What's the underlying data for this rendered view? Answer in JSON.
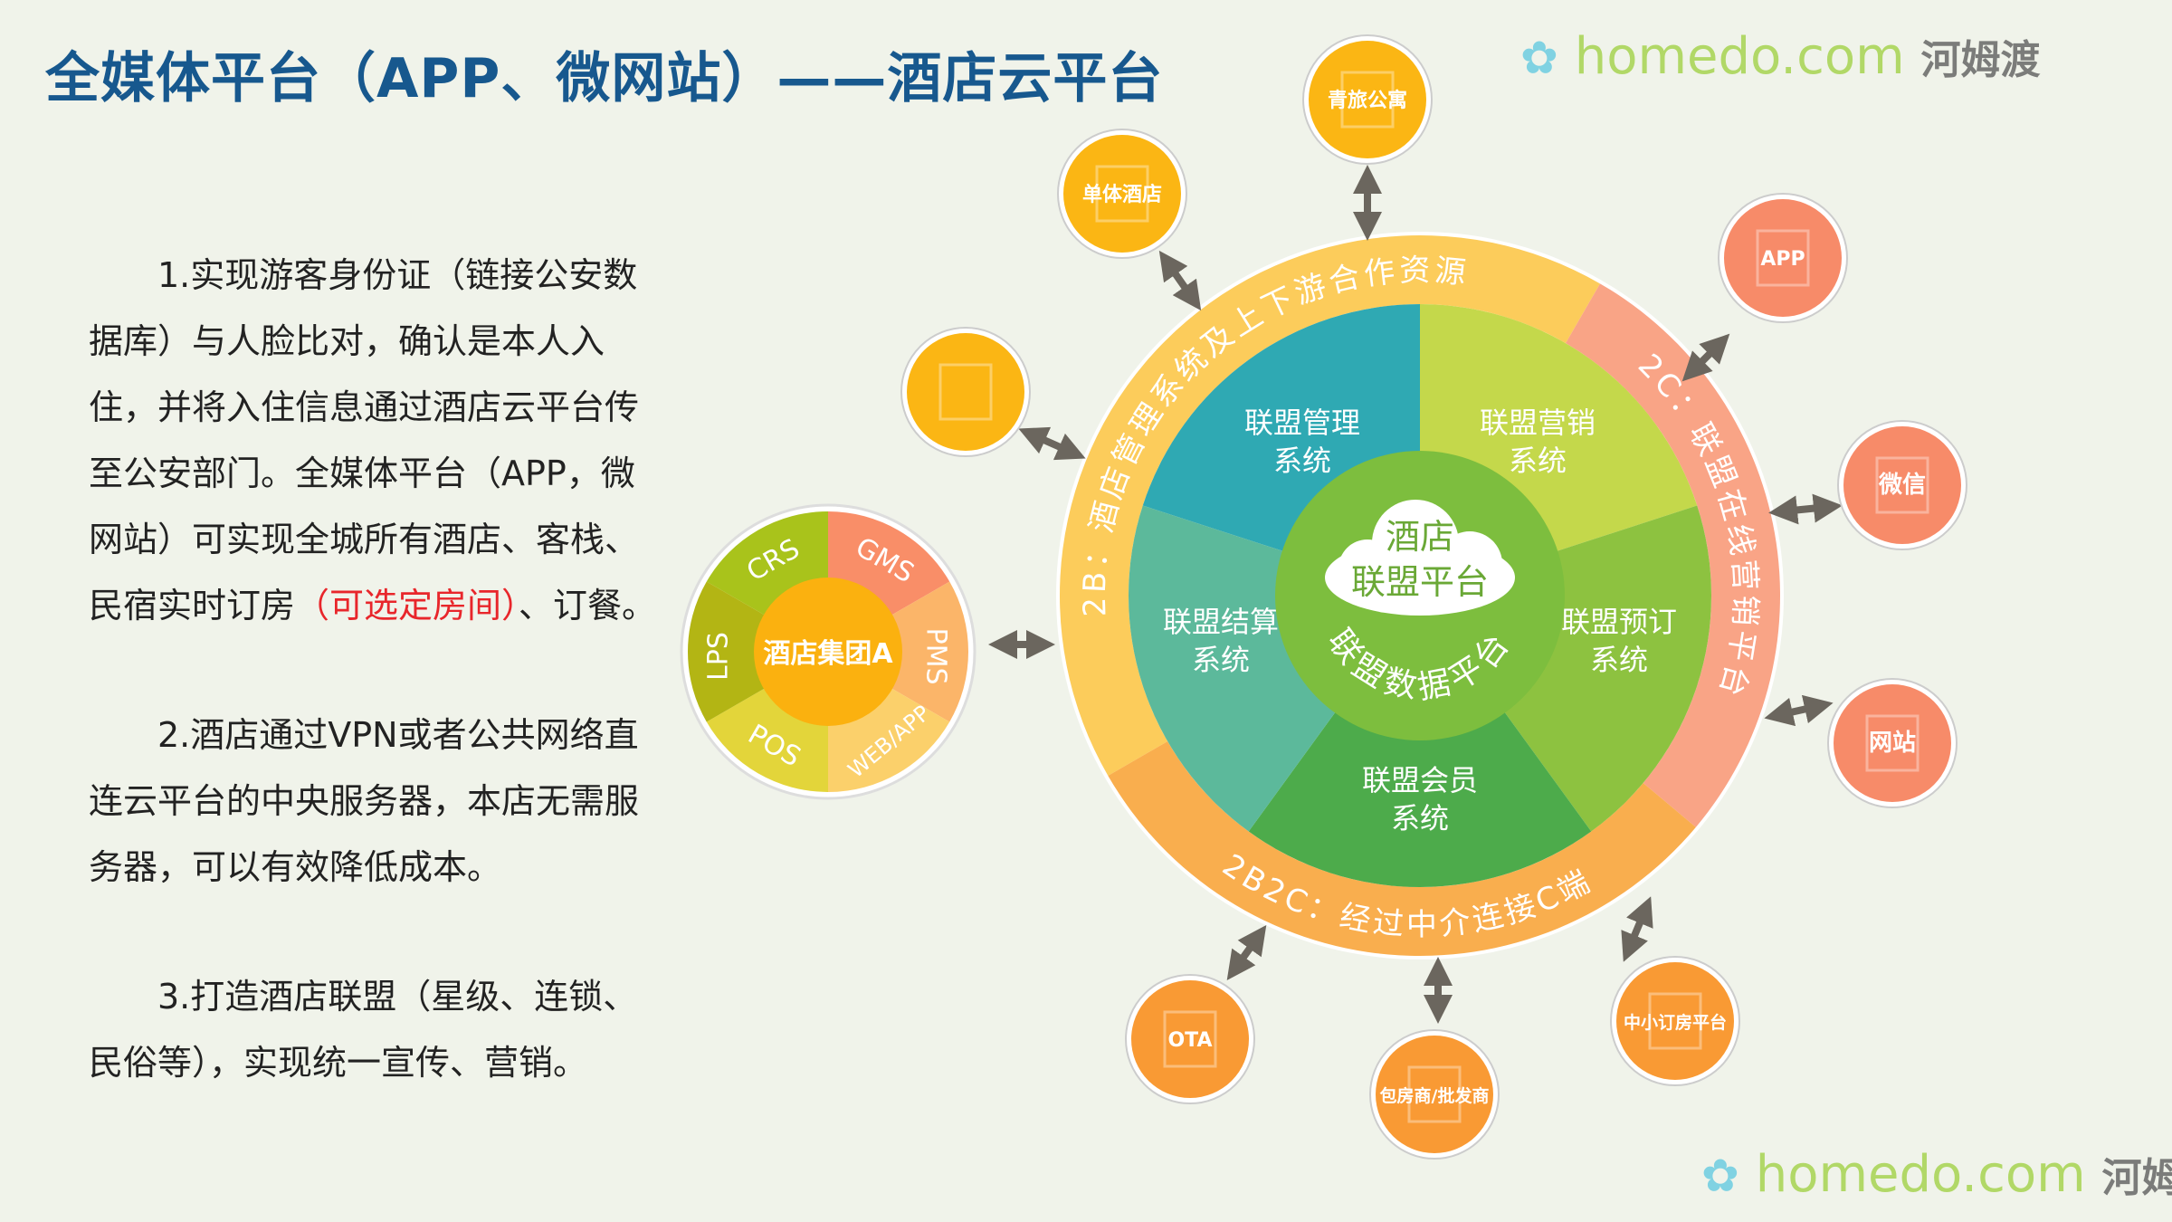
{
  "title": "全媒体平台（APP、微网站）——酒店云平台",
  "paragraphs": [
    {
      "text_before": "1.实现游客身份证（链接公安数据库）与人脸比对，确认是本人入住，并将入住信息通过酒店云平台传至公安部门。全媒体平台（APP，微网站）可实现全城所有酒店、客栈、民宿实时订房",
      "highlight": "（可选定房间）",
      "text_after": "、订餐。"
    },
    {
      "text_before": "2.酒店通过VPN或者公共网络直连云平台的中央服务器，本店无需服务器，可以有效降低成本。",
      "highlight": "",
      "text_after": ""
    },
    {
      "text_before": "3.打造酒店联盟（星级、连锁、民俗等），实现统一宣传、营销。",
      "highlight": "",
      "text_after": ""
    }
  ],
  "platform": {
    "core": [
      "酒店",
      "联盟平台"
    ],
    "core_arc": "联盟数据平台",
    "segments": [
      {
        "label": [
          "联盟管理",
          "系统"
        ],
        "color": "#2fa9b3"
      },
      {
        "label": [
          "联盟营销",
          "系统"
        ],
        "color": "#c4d84b"
      },
      {
        "label": [
          "联盟预订",
          "系统"
        ],
        "color": "#8dc240"
      },
      {
        "label": [
          "联盟会员",
          "系统"
        ],
        "color": "#4dab4b"
      },
      {
        "label": [
          "联盟结算",
          "系统"
        ],
        "color": "#5cb99b"
      }
    ],
    "rings": [
      {
        "label": "2B：酒店管理系统及上下游合作资源",
        "color": "#fccc5b"
      },
      {
        "label": "2C：联盟在线营销平台",
        "color": "#f9a486"
      },
      {
        "label": "2B2C：经过中介连接C端",
        "color": "#f9ae4e"
      }
    ]
  },
  "group": {
    "center": "酒店集团A",
    "segments": [
      {
        "label": "CRS",
        "color": "#a9c31b"
      },
      {
        "label": "GMS",
        "color": "#f98e68"
      },
      {
        "label": "PMS",
        "color": "#fbb569"
      },
      {
        "label": "WEB/APP",
        "color": "#fbd06b"
      },
      {
        "label": "POS",
        "color": "#e3d53a"
      },
      {
        "label": "LPS",
        "color": "#b3b514"
      }
    ]
  },
  "bubbles": [
    {
      "label": "单体酒店",
      "color": "#fbb614"
    },
    {
      "label": "青旅公寓",
      "color": "#fbb614"
    },
    {
      "label": "",
      "color": "#fbb614"
    },
    {
      "label": "APP",
      "color": "#f78b69"
    },
    {
      "label": "微信",
      "color": "#f78b69"
    },
    {
      "label": "网站",
      "color": "#f78b69"
    },
    {
      "label": "中小订房平台",
      "color": "#f99a34"
    },
    {
      "label": "包房商/批发商",
      "color": "#f99a34"
    },
    {
      "label": "OTA",
      "color": "#f99a34"
    }
  ],
  "watermark": {
    "site": "homedo.com",
    "name": "河姆渡"
  },
  "colors": {
    "title": "#17588e",
    "highlight": "#e8262b",
    "arrow": "#6b665e"
  }
}
